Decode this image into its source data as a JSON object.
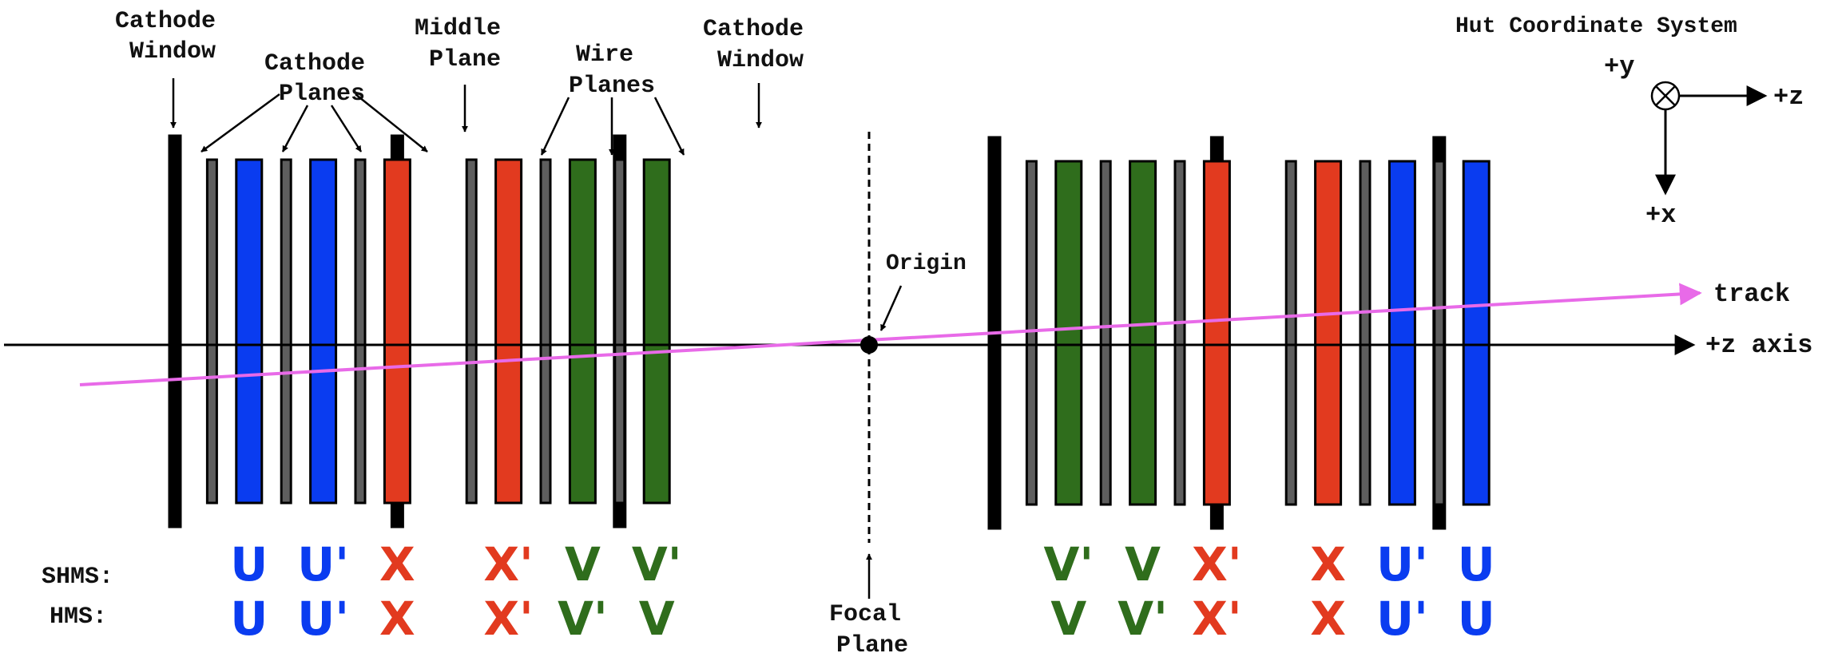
{
  "labels": {
    "cathode_window_l1": "Cathode",
    "cathode_window_l2": "Window",
    "cathode_planes_l1": "Cathode",
    "cathode_planes_l2": "Planes",
    "middle_plane_l1": "Middle",
    "middle_plane_l2": "Plane",
    "wire_planes_l1": "Wire",
    "wire_planes_l2": "Planes",
    "origin": "Origin",
    "track": "track",
    "z_axis": "+z axis",
    "focal_plane_l1": "Focal",
    "focal_plane_l2": "Plane",
    "shms": "SHMS:",
    "hms": "HMS:"
  },
  "coord": {
    "title": "Hut Coordinate System",
    "y": "+y",
    "z": "+z",
    "x": "+x"
  },
  "colors": {
    "U": "#0a3cf0",
    "X": "#e23a1f",
    "V": "#2f6d1c",
    "cathode": "#5e5e5e",
    "window": "#000000",
    "track": "#e86ae8"
  },
  "chambers": [
    {
      "planes": [
        "U",
        "U",
        "X",
        "X",
        "V",
        "V"
      ],
      "shms": [
        "U",
        "U'",
        "X",
        "X'",
        "V",
        "V'"
      ],
      "hms": [
        "U",
        "U'",
        "X",
        "X'",
        "V'",
        "V"
      ]
    },
    {
      "planes": [
        "V",
        "V",
        "X",
        "X",
        "U",
        "U"
      ],
      "shms": [
        "V'",
        "V",
        "X'",
        "X",
        "U'",
        "U"
      ],
      "hms": [
        "V",
        "V'",
        "X'",
        "X",
        "U'",
        "U"
      ]
    }
  ]
}
